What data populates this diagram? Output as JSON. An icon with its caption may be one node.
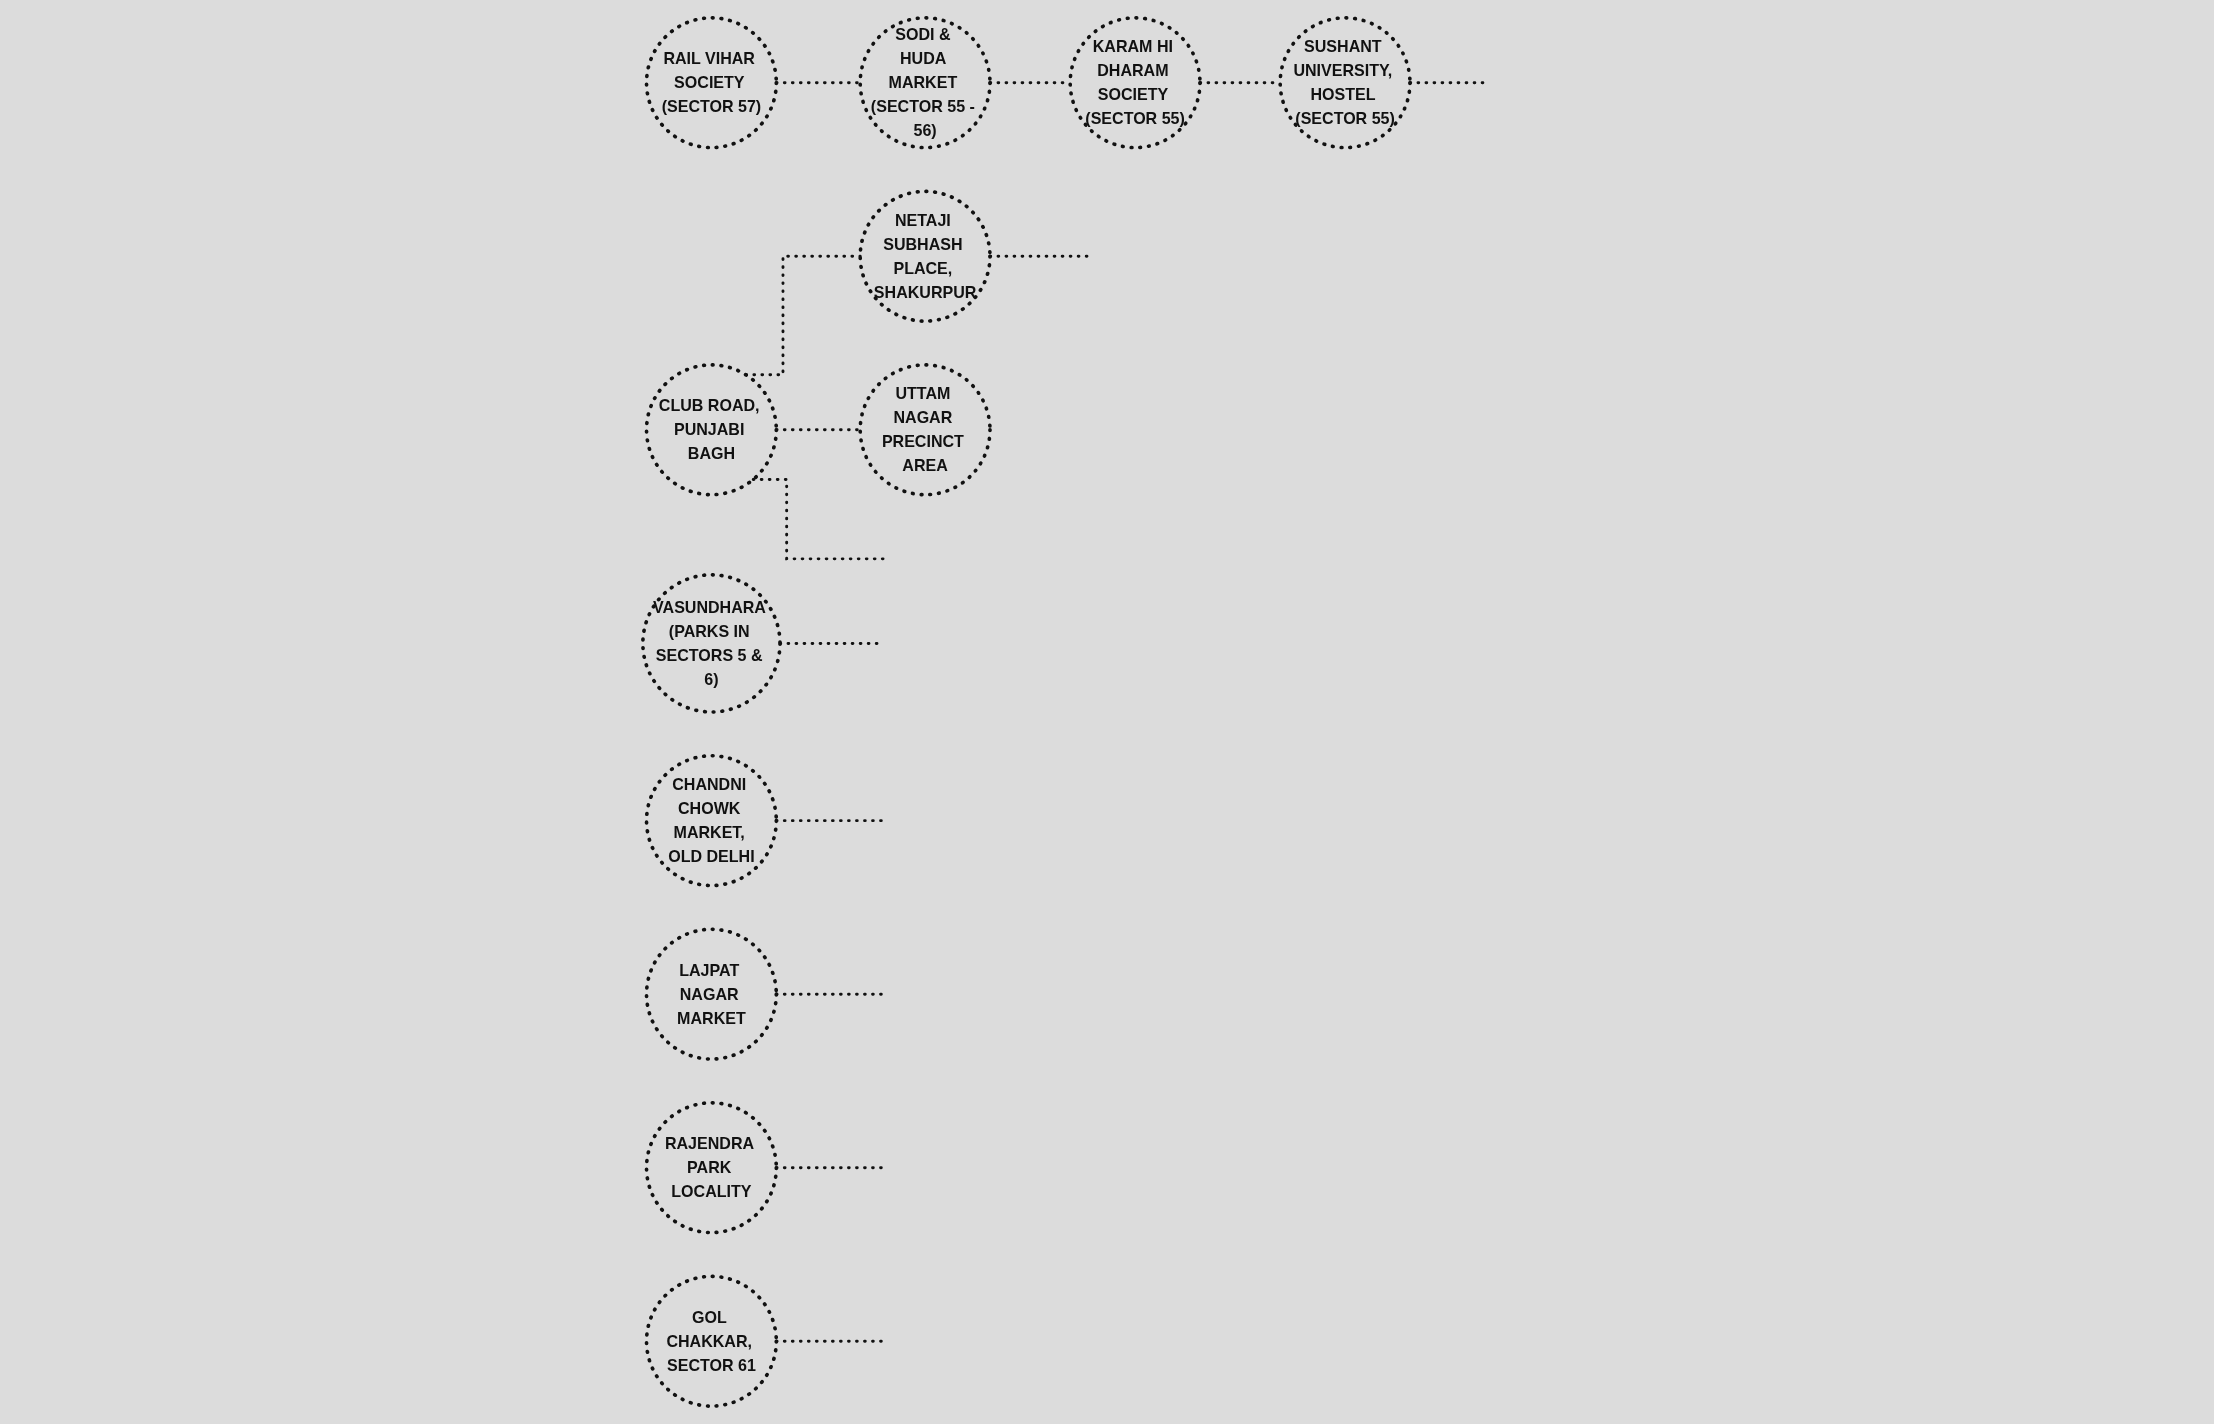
{
  "diagram": {
    "nodes": [
      {
        "text": [
          "VASUNDHARA (PARKS IN SECTORS 5 & 6)"
        ]
      },
      {
        "text": [
          "CLUB ROAD, PUNJABI BAGH"
        ]
      },
      {
        "text": [
          "NETAJI SUBHASH PLACE, SHAKURPUR"
        ]
      },
      {
        "text": [
          "RAIL VIHAR SOCIETY (SECTOR 57)"
        ]
      },
      {
        "text": [
          "CHANDNI CHOWK MARKET, OLD DELHI"
        ]
      },
      {
        "text": [
          "LAJPAT NAGAR MARKET"
        ]
      },
      {
        "text": [
          "GOL CHAKKAR, SECTOR 61"
        ]
      },
      {
        "text": [
          "UTTAM NAGAR PRECINCT AREA"
        ]
      },
      {
        "text": [
          "RAJENDRA PARK LOCALITY"
        ]
      },
      {
        "text": [
          "SODI & HUDA MARKET (SECTOR 55 - 56)"
        ]
      },
      {
        "text": [
          "KARAM HI DHARAM SOCIETY (SECTOR 55)"
        ]
      },
      {
        "text": [
          "SUSHANT UNIVERSITY, HOSTEL (SECTOR 55)"
        ]
      }
    ],
    "edges": [
      {
        "from": 0,
        "to": null,
        "arrow": "none"
      },
      {
        "from": 1,
        "to": 2,
        "arrow": "none"
      },
      {
        "from": 2,
        "to": null,
        "arrow": "none"
      },
      {
        "from": 1,
        "to": 7,
        "arrow": "none"
      },
      {
        "from": 1,
        "to": null,
        "arrow": "none"
      },
      {
        "from": 3,
        "to": 9,
        "arrow": "none"
      },
      {
        "from": 4,
        "to": null,
        "arrow": "none"
      },
      {
        "from": 5,
        "to": null,
        "arrow": "none"
      },
      {
        "from": 8,
        "to": null,
        "arrow": "none"
      },
      {
        "from": 6,
        "to": null,
        "arrow": "none"
      },
      {
        "from": 9,
        "to": 10,
        "arrow": "none"
      },
      {
        "from": 10,
        "to": 11,
        "arrow": "none"
      },
      {
        "from": 11,
        "to": null,
        "arrow": "none"
      }
    ]
  }
}
